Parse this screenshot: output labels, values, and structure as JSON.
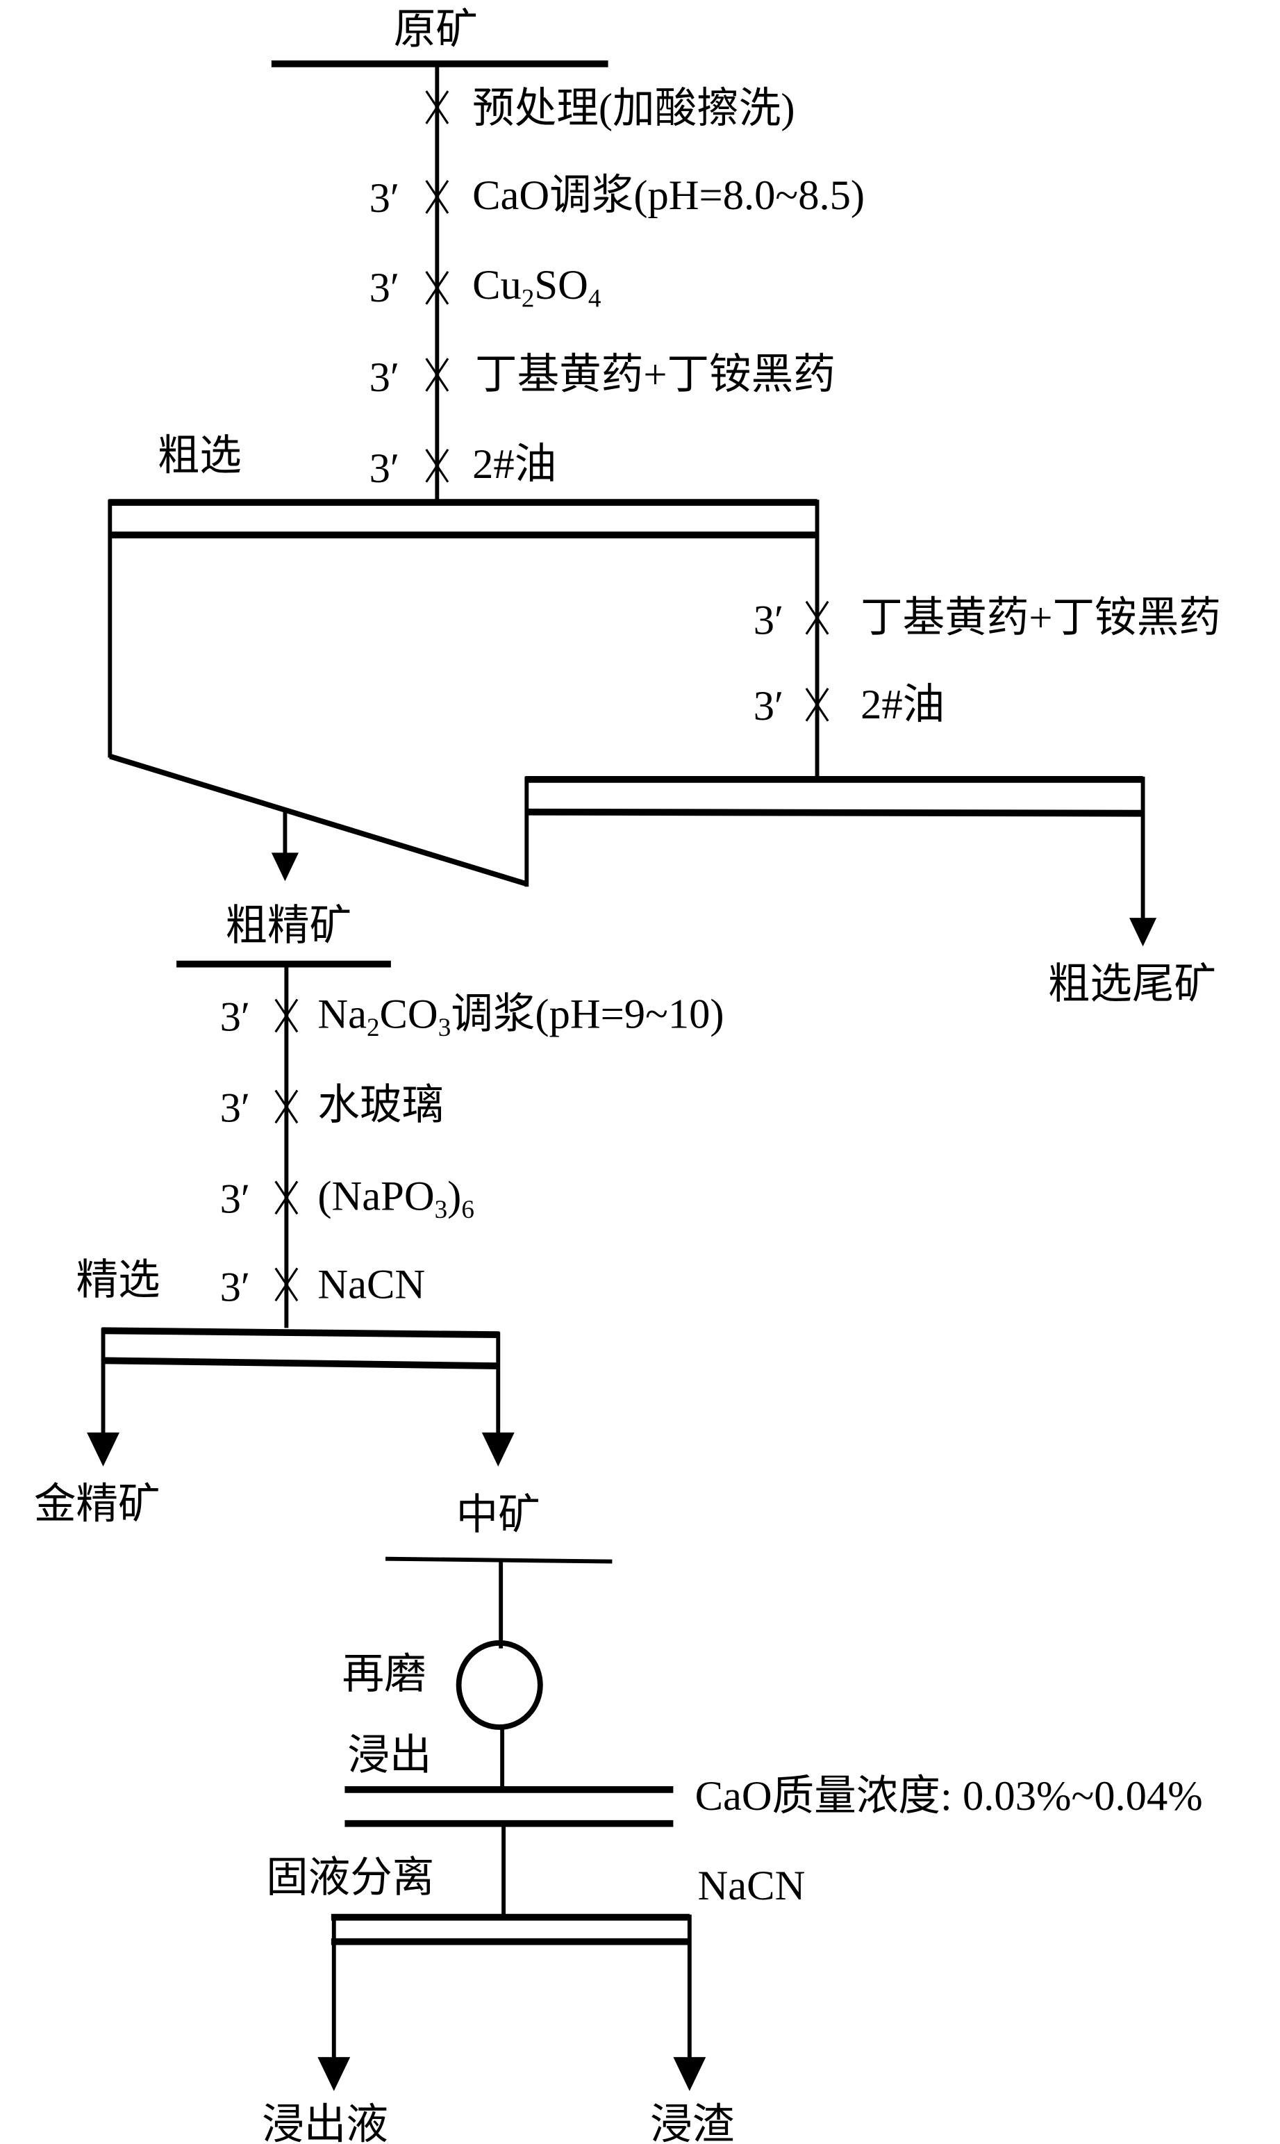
{
  "title": "金矿浮选-浸出工艺流程图",
  "nodes": {
    "raw_ore": "原矿",
    "rougher": "粗选",
    "rough_concentrate": "粗精矿",
    "rougher_tailings": "粗选尾矿",
    "cleaner": "精选",
    "gold_concentrate": "金精矿",
    "middlings": "中矿",
    "regrind": "再磨",
    "leaching": "浸出",
    "solid_liquid_separation": "固液分离",
    "pregnant_solution": "浸出液",
    "leach_residue": "浸渣"
  },
  "feed_reagents": [
    {
      "time": "",
      "label": "预处理(加酸擦洗)"
    },
    {
      "time": "3′",
      "label": "CaO调浆(pH=8.0~8.5)"
    },
    {
      "time": "3′",
      "label_main": "Cu",
      "sub1": "2",
      "mid": "SO",
      "sub2": "4"
    },
    {
      "time": "3′",
      "label": "丁基黄药+丁铵黑药"
    },
    {
      "time": "3′",
      "label": "2#油"
    }
  ],
  "scavenger_reagents": [
    {
      "time": "3′",
      "label": "丁基黄药+丁铵黑药"
    },
    {
      "time": "3′",
      "label": "2#油"
    }
  ],
  "cleaner_reagents": [
    {
      "time": "3′",
      "p1": "Na",
      "s1": "2",
      "p2": "CO",
      "s2": "3",
      "p3": "调浆(pH=9~10)"
    },
    {
      "time": "3′",
      "label": "水玻璃"
    },
    {
      "time": "3′",
      "p1": "(NaPO",
      "s1": "3",
      "p2": ")",
      "s2": "6"
    },
    {
      "time": "3′",
      "label": "NaCN"
    }
  ],
  "leach_conditions": {
    "cao": "CaO质量浓度: 0.03%~0.04%",
    "nacn": "NaCN"
  }
}
